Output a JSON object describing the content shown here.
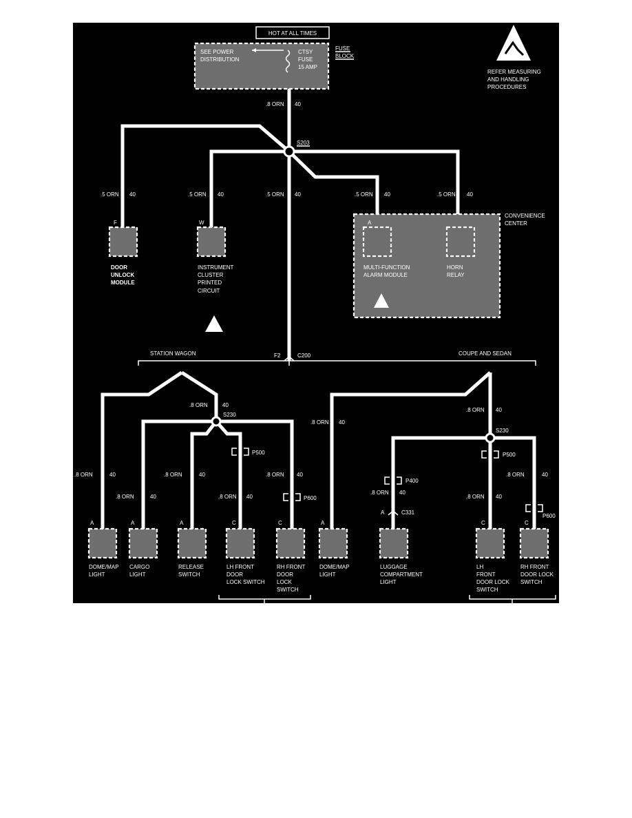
{
  "header": {
    "hot_label": "HOT AT ALL TIMES"
  },
  "fuse_block": {
    "see_power": "SEE POWER",
    "distribution": "DISTRIBUTION",
    "fuse_name": "CTSY",
    "fuse_word": "FUSE",
    "fuse_rating": "15 AMP",
    "block_label_1": "FUSE",
    "block_label_2": "BLOCK"
  },
  "esd_note": {
    "line1": "REFER MEASURING",
    "line2": "AND HANDLING",
    "line3": "PROCEDURES"
  },
  "wires": {
    "main_color": ".8 ORN",
    "main_circuit": "40",
    "orn5": ".5 ORN",
    "orn8": ".8 ORN",
    "c40": "40"
  },
  "splices": {
    "s203": "S203",
    "s230_left": "S230",
    "s230_right": "S230"
  },
  "connectors": {
    "c200": "C200",
    "c200_pin": "F2",
    "p500": "P500",
    "p600": "P600",
    "p400": "P400",
    "c331": "C331",
    "c331_pin": "A"
  },
  "convenience": {
    "line1": "CONVENIENCE",
    "line2": "CENTER"
  },
  "upper_components": [
    {
      "pin": "F",
      "lines": [
        "DOOR",
        "UNLOCK",
        "MODULE"
      ]
    },
    {
      "pin": "W",
      "lines": [
        "INSTRUMENT",
        "CLUSTER",
        "PRINTED",
        "CIRCUIT"
      ]
    },
    {
      "pin": "A",
      "lines": [
        "MULTI-FUNCTION",
        "ALARM MODULE"
      ]
    },
    {
      "pin": "",
      "lines": [
        "HORN",
        "RELAY"
      ]
    }
  ],
  "branches": {
    "station_wagon": "STATION WAGON",
    "coupe_sedan": "COUPE AND SEDAN"
  },
  "lower_components": [
    {
      "pin": "A",
      "lines": [
        "DOME/MAP",
        "LIGHT"
      ]
    },
    {
      "pin": "A",
      "lines": [
        "CARGO",
        "LIGHT"
      ]
    },
    {
      "pin": "A",
      "lines": [
        "RELEASE",
        "SWITCH"
      ]
    },
    {
      "pin": "C",
      "lines": [
        "LH FRONT",
        "DOOR",
        "LOCK SWITCH"
      ]
    },
    {
      "pin": "C",
      "lines": [
        "RH FRONT",
        "DOOR",
        "LOCK",
        "SWITCH"
      ]
    },
    {
      "pin": "A",
      "lines": [
        "DOME/MAP",
        "LIGHT"
      ]
    },
    {
      "pin": "",
      "lines": [
        "LUGGAGE",
        "COMPARTMENT",
        "LIGHT"
      ]
    },
    {
      "pin": "C",
      "lines": [
        "LH",
        "FRONT",
        "DOOR LOCK",
        "SWITCH"
      ]
    },
    {
      "pin": "C",
      "lines": [
        "RH FRONT",
        "DOOR LOCK",
        "SWITCH"
      ]
    }
  ]
}
